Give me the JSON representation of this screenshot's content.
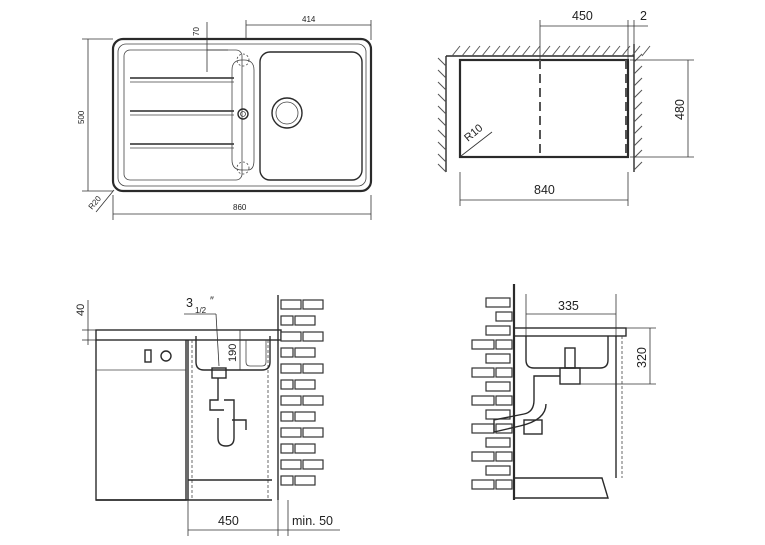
{
  "dimensions": {
    "sink_top": {
      "width_total": "860",
      "depth_total": "500",
      "drainer_length": "414",
      "corner_radius": "R20",
      "offset_top": "70"
    },
    "cutout": {
      "width": "840",
      "depth": "480",
      "bowl_width": "450",
      "gap": "2",
      "radius": "R10"
    },
    "front_installation": {
      "height_40": "40",
      "drain_size_whole": "3",
      "drain_size_fraction": "1/2",
      "drain_size_mark": "″",
      "bowl_depth": "190",
      "cabinet_width": "450",
      "min_wall": "min. 50"
    },
    "side_installation": {
      "bowl_offset": "335",
      "height": "320"
    }
  },
  "colors": {
    "line": "#2a2a2a",
    "background": "#ffffff"
  }
}
